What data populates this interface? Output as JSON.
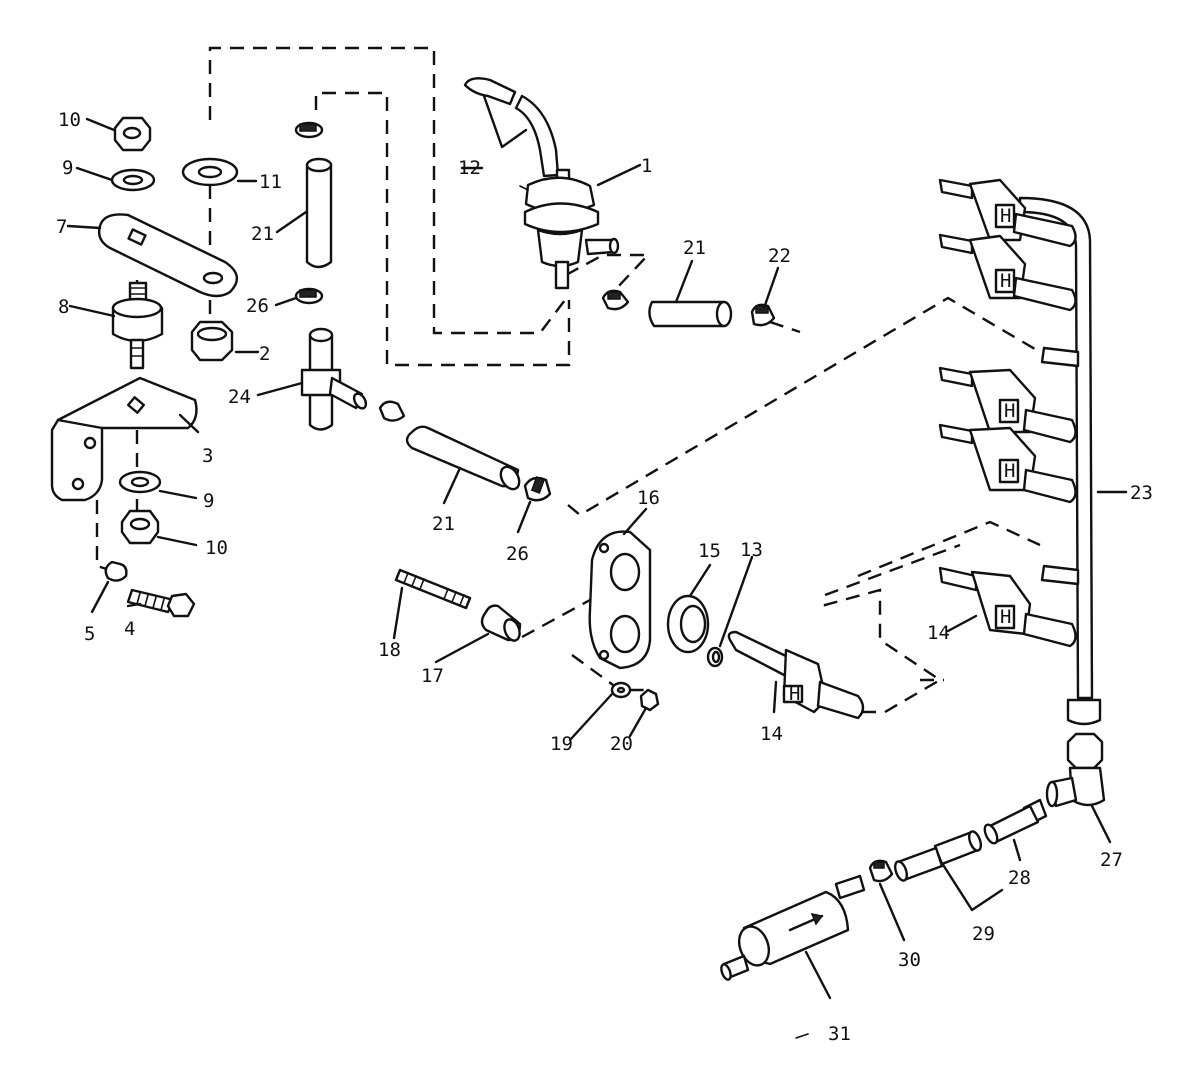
{
  "diagram": {
    "callouts": [
      {
        "id": "c1",
        "label": "1"
      },
      {
        "id": "c2",
        "label": "2"
      },
      {
        "id": "c3",
        "label": "3"
      },
      {
        "id": "c4",
        "label": "4"
      },
      {
        "id": "c5",
        "label": "5"
      },
      {
        "id": "c7",
        "label": "7"
      },
      {
        "id": "c8",
        "label": "8"
      },
      {
        "id": "c9a",
        "label": "9"
      },
      {
        "id": "c9b",
        "label": "9"
      },
      {
        "id": "c10a",
        "label": "10"
      },
      {
        "id": "c10b",
        "label": "10"
      },
      {
        "id": "c11",
        "label": "11"
      },
      {
        "id": "c12",
        "label": "12"
      },
      {
        "id": "c13",
        "label": "13"
      },
      {
        "id": "c14a",
        "label": "14"
      },
      {
        "id": "c14b",
        "label": "14"
      },
      {
        "id": "c15",
        "label": "15"
      },
      {
        "id": "c16",
        "label": "16"
      },
      {
        "id": "c17",
        "label": "17"
      },
      {
        "id": "c18",
        "label": "18"
      },
      {
        "id": "c19",
        "label": "19"
      },
      {
        "id": "c20",
        "label": "20"
      },
      {
        "id": "c21a",
        "label": "21"
      },
      {
        "id": "c21b",
        "label": "21"
      },
      {
        "id": "c21c",
        "label": "21"
      },
      {
        "id": "c22",
        "label": "22"
      },
      {
        "id": "c23",
        "label": "23"
      },
      {
        "id": "c24",
        "label": "24"
      },
      {
        "id": "c26a",
        "label": "26"
      },
      {
        "id": "c26b",
        "label": "26"
      },
      {
        "id": "c27",
        "label": "27"
      },
      {
        "id": "c28",
        "label": "28"
      },
      {
        "id": "c29",
        "label": "29"
      },
      {
        "id": "c30",
        "label": "30"
      },
      {
        "id": "c31",
        "label": "31"
      }
    ]
  }
}
